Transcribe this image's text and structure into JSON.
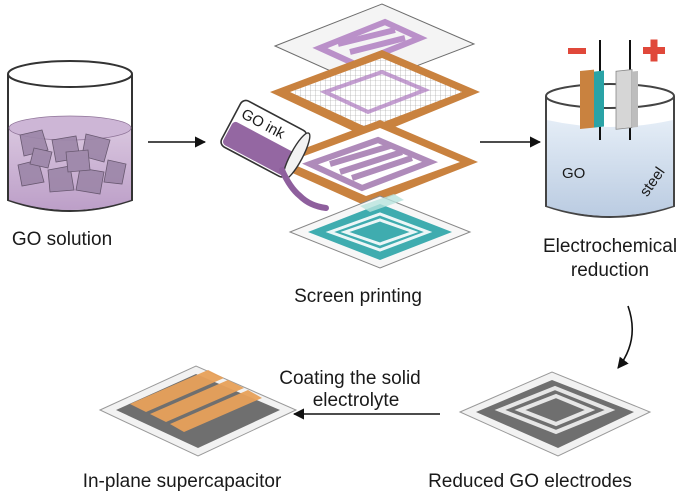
{
  "labels": {
    "go_solution": "GO solution",
    "go_ink": "GO ink",
    "screen_printing": "Screen printing",
    "electrochemical": "Electrochemical",
    "reduction": "reduction",
    "go_electrode": "GO",
    "steel_electrode": "steel",
    "minus": "−",
    "plus": "+",
    "coating_line1": "Coating the solid",
    "coating_line2": "electrolyte",
    "reduced_go": "Reduced GO electrodes",
    "in_plane": "In-plane supercapacitor"
  },
  "colors": {
    "go_purple": "#a77fb3",
    "frame_copper": "#c9823f",
    "teal": "#2aa3a6",
    "grey_electrode": "#6f6f6f",
    "orange_electrolyte": "#e8a15a",
    "minus_red": "#e0483a",
    "plus_red": "#e0483a"
  }
}
